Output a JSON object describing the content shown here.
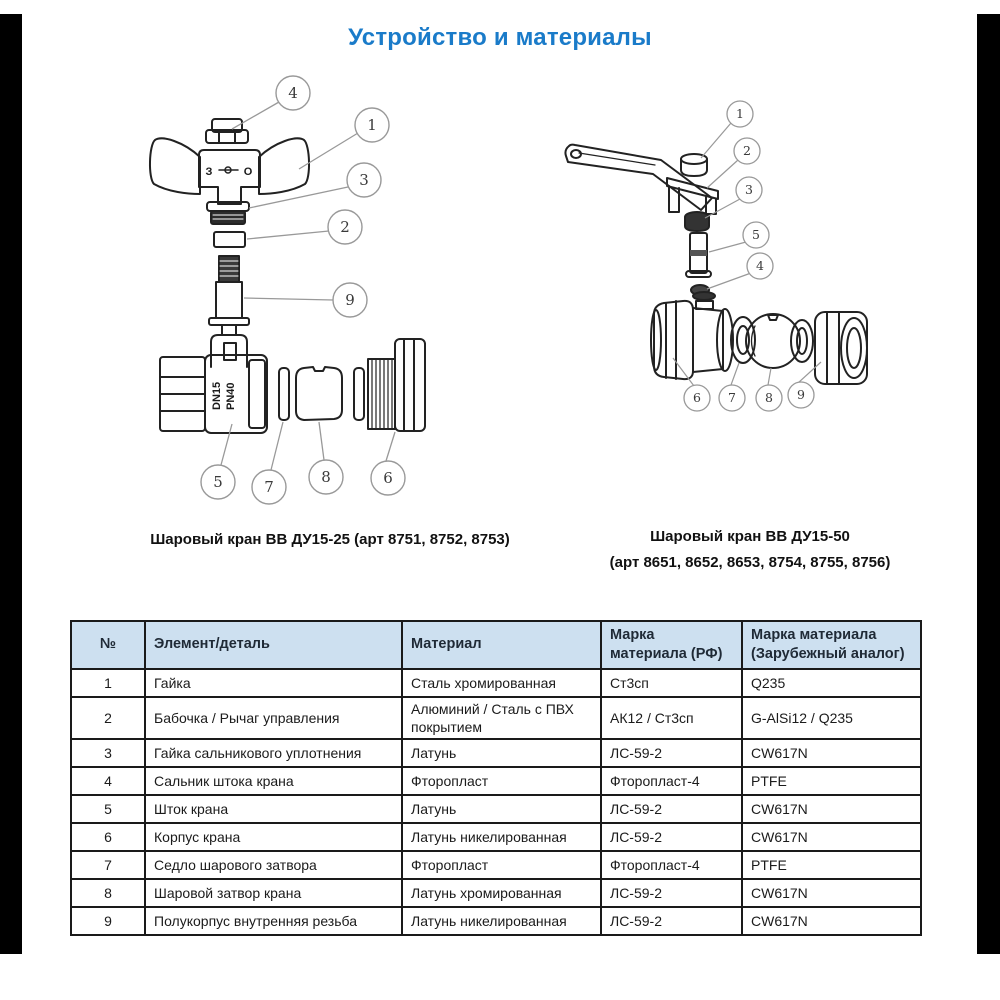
{
  "page": {
    "title": "Устройство и материалы"
  },
  "colors": {
    "title_blue": "#1a7bc9",
    "table_header_bg": "#cde0f0",
    "table_border": "#1a1a1a"
  },
  "diagram_left": {
    "caption": "Шаровый кран ВВ ДУ15-25 (арт 8751, 8752, 8753)",
    "handle_mark_closed": "З",
    "handle_mark_open": "О",
    "body_mark_line1": "DN15",
    "body_mark_line2": "PN40",
    "callouts": {
      "n4": "4",
      "n1": "1",
      "n3": "3",
      "n2": "2",
      "n9": "9",
      "n5": "5",
      "n7": "7",
      "n8": "8",
      "n6": "6"
    }
  },
  "diagram_right": {
    "caption_line1": "Шаровый кран ВВ ДУ15-50",
    "caption_line2": "(арт 8651, 8652, 8653, 8754, 8755, 8756)",
    "callouts": {
      "n1": "1",
      "n2": "2",
      "n3": "3",
      "n5": "5",
      "n4": "4",
      "n6": "6",
      "n7": "7",
      "n8": "8",
      "n9": "9"
    }
  },
  "table": {
    "headers": [
      "№",
      "Элемент/деталь",
      "Материал",
      "Марка материала (РФ)",
      "Марка материала (Зарубежный аналог)"
    ],
    "rows": [
      [
        "1",
        "Гайка",
        "Сталь хромированная",
        "Ст3сп",
        "Q235"
      ],
      [
        "2",
        "Бабочка / Рычаг управления",
        "Алюминий / Сталь с ПВХ покрытием",
        "АК12 / Ст3сп",
        "G-AlSi12 / Q235"
      ],
      [
        "3",
        "Гайка сальникового уплотнения",
        "Латунь",
        "ЛС-59-2",
        "CW617N"
      ],
      [
        "4",
        "Сальник штока крана",
        "Фторопласт",
        "Фторопласт-4",
        "PTFE"
      ],
      [
        "5",
        "Шток крана",
        "Латунь",
        "ЛС-59-2",
        "CW617N"
      ],
      [
        "6",
        "Корпус крана",
        "Латунь никелированная",
        "ЛС-59-2",
        "CW617N"
      ],
      [
        "7",
        "Седло шарового затвора",
        "Фторопласт",
        "Фторопласт-4",
        "PTFE"
      ],
      [
        "8",
        "Шаровой затвор крана",
        "Латунь хромированная",
        "ЛС-59-2",
        "CW617N"
      ],
      [
        "9",
        "Полукорпус внутренняя резьба",
        "Латунь никелированная",
        "ЛС-59-2",
        "CW617N"
      ]
    ]
  }
}
